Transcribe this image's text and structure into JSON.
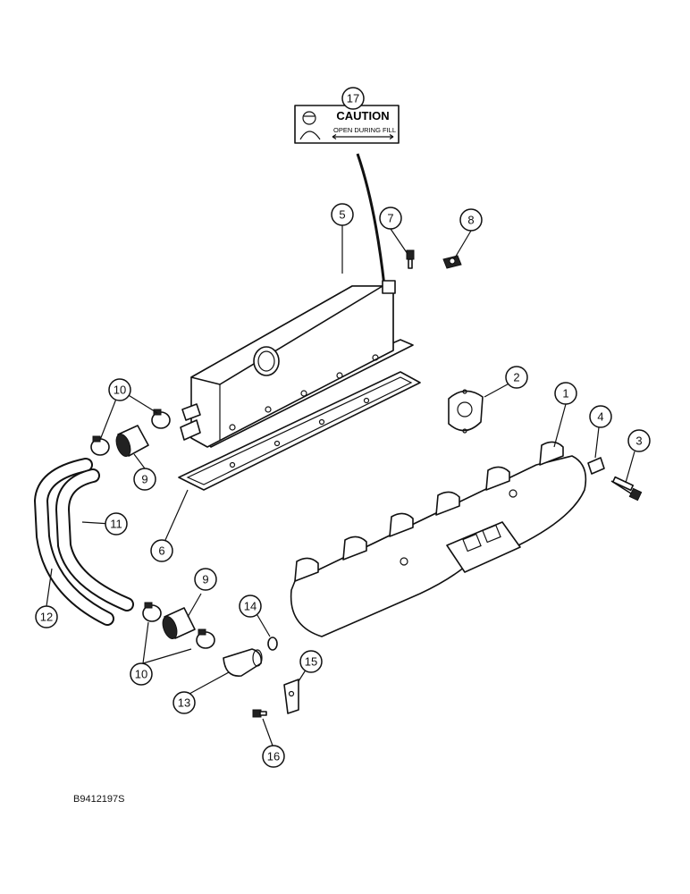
{
  "figure_id": "B9412197S",
  "caution_label": {
    "title": "CAUTION",
    "subtitle": "OPEN DURING FILL"
  },
  "callouts": [
    {
      "label": "1"
    },
    {
      "label": "2"
    },
    {
      "label": "3"
    },
    {
      "label": "4"
    },
    {
      "label": "5"
    },
    {
      "label": "6"
    },
    {
      "label": "7"
    },
    {
      "label": "8"
    },
    {
      "label": "9"
    },
    {
      "label": "9"
    },
    {
      "label": "10"
    },
    {
      "label": "10"
    },
    {
      "label": "11"
    },
    {
      "label": "12"
    },
    {
      "label": "13"
    },
    {
      "label": "14"
    },
    {
      "label": "15"
    },
    {
      "label": "16"
    },
    {
      "label": "17"
    }
  ]
}
